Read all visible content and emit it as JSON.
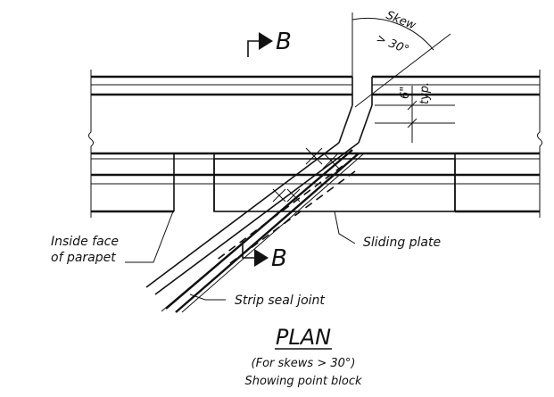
{
  "section_marks": {
    "top": "B",
    "bottom": "B"
  },
  "dimensions": {
    "skew": "Skew",
    "skew_angle": "> 30°",
    "spacing": "6\"",
    "typ": "typ."
  },
  "labels": {
    "inside_face_line1": "Inside face",
    "inside_face_line2": "of parapet",
    "sliding_plate": "Sliding plate",
    "strip_seal": "Strip seal joint"
  },
  "title": {
    "main": "PLAN",
    "line2": "(For skews > 30°)",
    "line3": "Showing point block"
  }
}
